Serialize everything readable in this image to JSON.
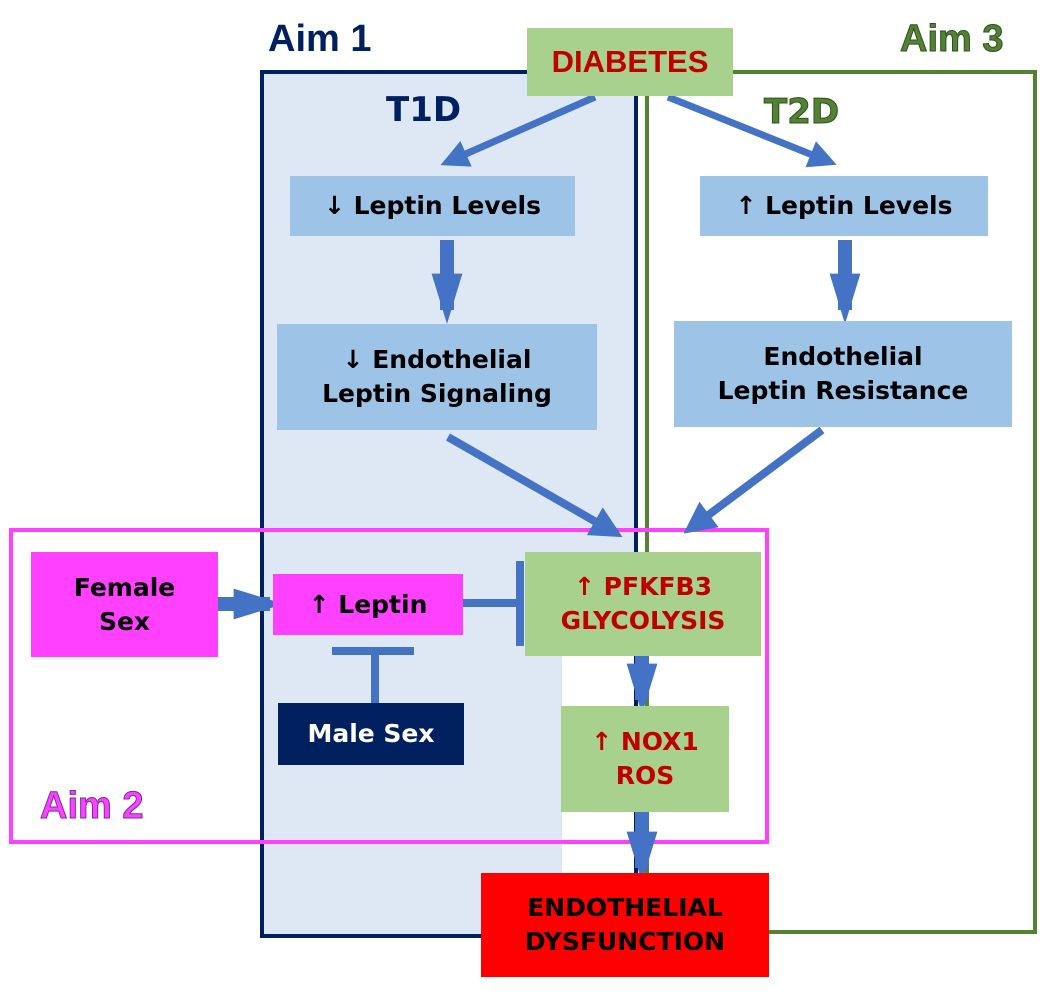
{
  "colors": {
    "aim1": "#002060",
    "aim1_fill": "#DEE8F5",
    "aim2": "#FF40FF",
    "aim3": "#548235",
    "node_blue": "#9DC3E6",
    "node_green": "#A9D18E",
    "node_magenta": "#FF40FF",
    "node_navy": "#002060",
    "node_red": "#FF0000",
    "text_red": "#C00000",
    "arrow": "#4472C4"
  },
  "aims": {
    "aim1": "Aim 1",
    "aim2": "Aim 2",
    "aim3": "Aim 3"
  },
  "labels": {
    "t1d": "T1D",
    "t2d": "T2D"
  },
  "nodes": {
    "diabetes": "DIABETES",
    "t1d_leptin_levels": "↓ Leptin Levels",
    "t1d_endothelial_signaling": "↓ Endothelial\nLeptin Signaling",
    "t2d_leptin_levels": "↑ Leptin Levels",
    "t2d_leptin_resistance": "Endothelial\nLeptin Resistance",
    "female_sex": "Female\nSex",
    "leptin_up": "↑ Leptin",
    "male_sex": "Male Sex",
    "pfkfb3": "↑ PFKFB3\nGLYCOLYSIS",
    "nox1": "↑ NOX1\nROS",
    "endothelial_dysfunction": "ENDOTHELIAL\nDYSFUNCTION"
  },
  "edges": [
    {
      "from": "diabetes",
      "to": "t1d_leptin_levels",
      "type": "activates"
    },
    {
      "from": "diabetes",
      "to": "t2d_leptin_levels",
      "type": "activates"
    },
    {
      "from": "t1d_leptin_levels",
      "to": "t1d_endothelial_signaling",
      "type": "activates"
    },
    {
      "from": "t2d_leptin_levels",
      "to": "t2d_leptin_resistance",
      "type": "activates"
    },
    {
      "from": "t1d_endothelial_signaling",
      "to": "pfkfb3",
      "type": "activates"
    },
    {
      "from": "t2d_leptin_resistance",
      "to": "pfkfb3",
      "type": "activates"
    },
    {
      "from": "female_sex",
      "to": "leptin_up",
      "type": "activates"
    },
    {
      "from": "leptin_up",
      "to": "pfkfb3",
      "type": "inhibits"
    },
    {
      "from": "male_sex",
      "to": "leptin_up",
      "type": "inhibits"
    },
    {
      "from": "pfkfb3",
      "to": "nox1",
      "type": "activates"
    },
    {
      "from": "nox1",
      "to": "endothelial_dysfunction",
      "type": "activates"
    }
  ]
}
